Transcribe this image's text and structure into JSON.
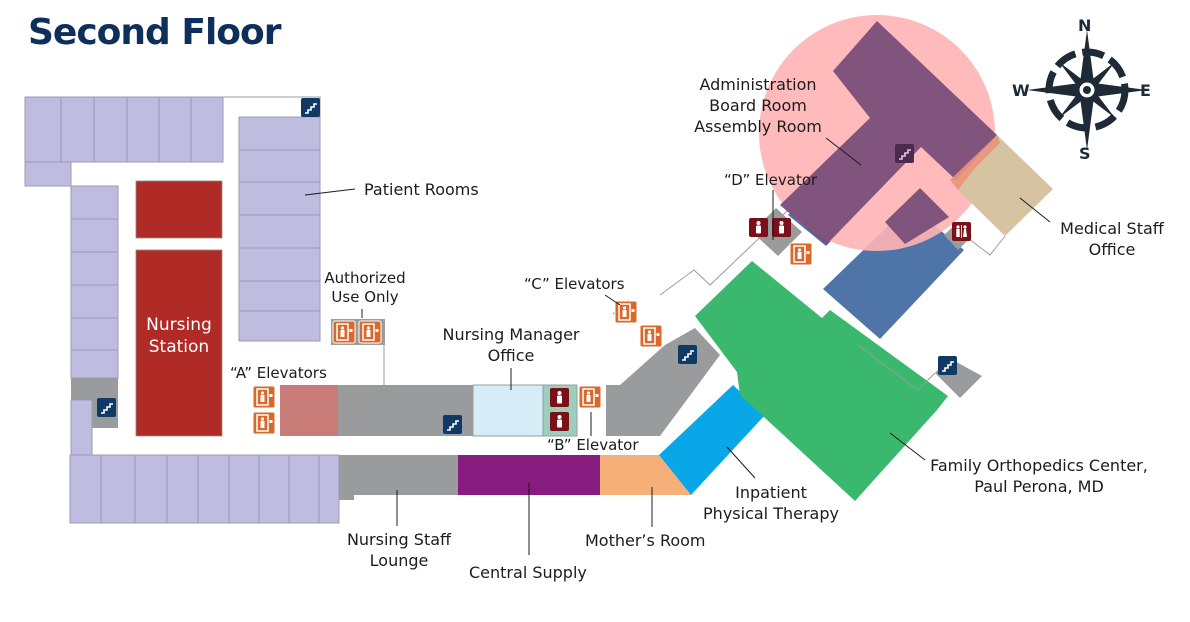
{
  "map": {
    "title": "Second Floor",
    "colors": {
      "patient_rooms": "#bebde0",
      "nursing_station": "#b02a26",
      "corridor_gray": "#9a9b9d",
      "elevator_orange": "#d9692a",
      "restroom": "#7a1018",
      "stair_navy": "#0f3a63",
      "nursing_manager_office": "#d6ecf7",
      "central_supply": "#861c7d",
      "mothers_room": "#f5b07a",
      "physical_therapy": "#09a6e8",
      "orthopedics": "#3ab86e",
      "admin": "#7a4e7a",
      "admin_highlight": "#ffb4b4",
      "blue_wing": "#4e74a8",
      "medical_staff": "#d6c3a1",
      "compass": "#1e2a36"
    },
    "labels": {
      "patient_rooms": "Patient Rooms",
      "nursing_station_line1": "Nursing",
      "nursing_station_line2": "Station",
      "authorized_line1": "Authorized",
      "authorized_line2": "Use Only",
      "a_elevators": "“A” Elevators",
      "nursing_manager_line1": "Nursing Manager",
      "nursing_manager_line2": "Office",
      "c_elevators": "“C” Elevators",
      "b_elevator": "“B” Elevator",
      "d_elevator": "“D” Elevator",
      "admin_line1": "Administration",
      "admin_line2": "Board Room",
      "admin_line3": "Assembly Room",
      "medical_staff_line1": "Medical Staff",
      "medical_staff_line2": "Office",
      "orthopedics_line1": "Family Orthopedics Center,",
      "orthopedics_line2": "Paul Perona, MD",
      "physical_therapy_line1": "Inpatient",
      "physical_therapy_line2": "Physical Therapy",
      "mothers_room": "Mother’s Room",
      "central_supply": "Central Supply",
      "staff_lounge_line1": "Nursing Staff",
      "staff_lounge_line2": "Lounge"
    },
    "compass": {
      "north": "N",
      "south": "S",
      "east": "E",
      "west": "W"
    },
    "icons": {
      "stairs": "stairs-icon",
      "elevator": "elevator-icon",
      "restroom_men": "restroom-men-icon",
      "restroom_women": "restroom-women-icon",
      "restroom_unisex": "restroom-unisex-icon",
      "compass": "compass-rose-icon"
    }
  }
}
